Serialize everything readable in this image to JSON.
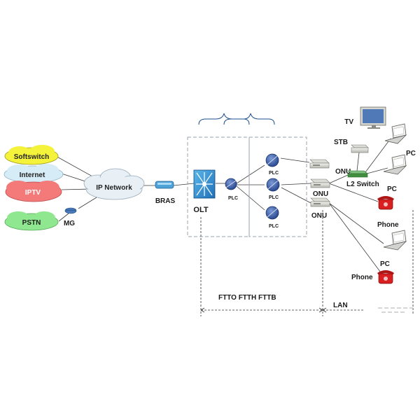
{
  "clouds": {
    "softswitch": "Softswitch",
    "internet": "Internet",
    "iptv": "IPTV",
    "pstn": "PSTN",
    "ip_network": "IP Network"
  },
  "devices": {
    "mg": "MG",
    "bras": "BRAS",
    "olt": "OLT",
    "plc_main": "PLC",
    "plc_top": "PLC",
    "plc_mid": "PLC",
    "plc_bottom": "PLC",
    "onu_top": "ONU",
    "onu_mid": "ONU",
    "onu_bottom": "ONU",
    "tv": "TV",
    "stb": "STB",
    "l2_switch": "L2 Switch",
    "pc_top": "PC",
    "pc_mid": "PC",
    "pc_bottom": "PC",
    "phone_top": "Phone",
    "phone_bottom": "Phone"
  },
  "bottom_labels": {
    "fttx": "FTTO   FTTH  FTTB",
    "lan": "LAN"
  },
  "colors": {
    "softswitch": "#f4f23a",
    "internet": "#d6ecf7",
    "iptv": "#f47a7a",
    "pstn": "#8fe88f",
    "ip_network": "#e8f0f6",
    "fiber": "#1f4f8f",
    "phone": "#d91f1f"
  }
}
